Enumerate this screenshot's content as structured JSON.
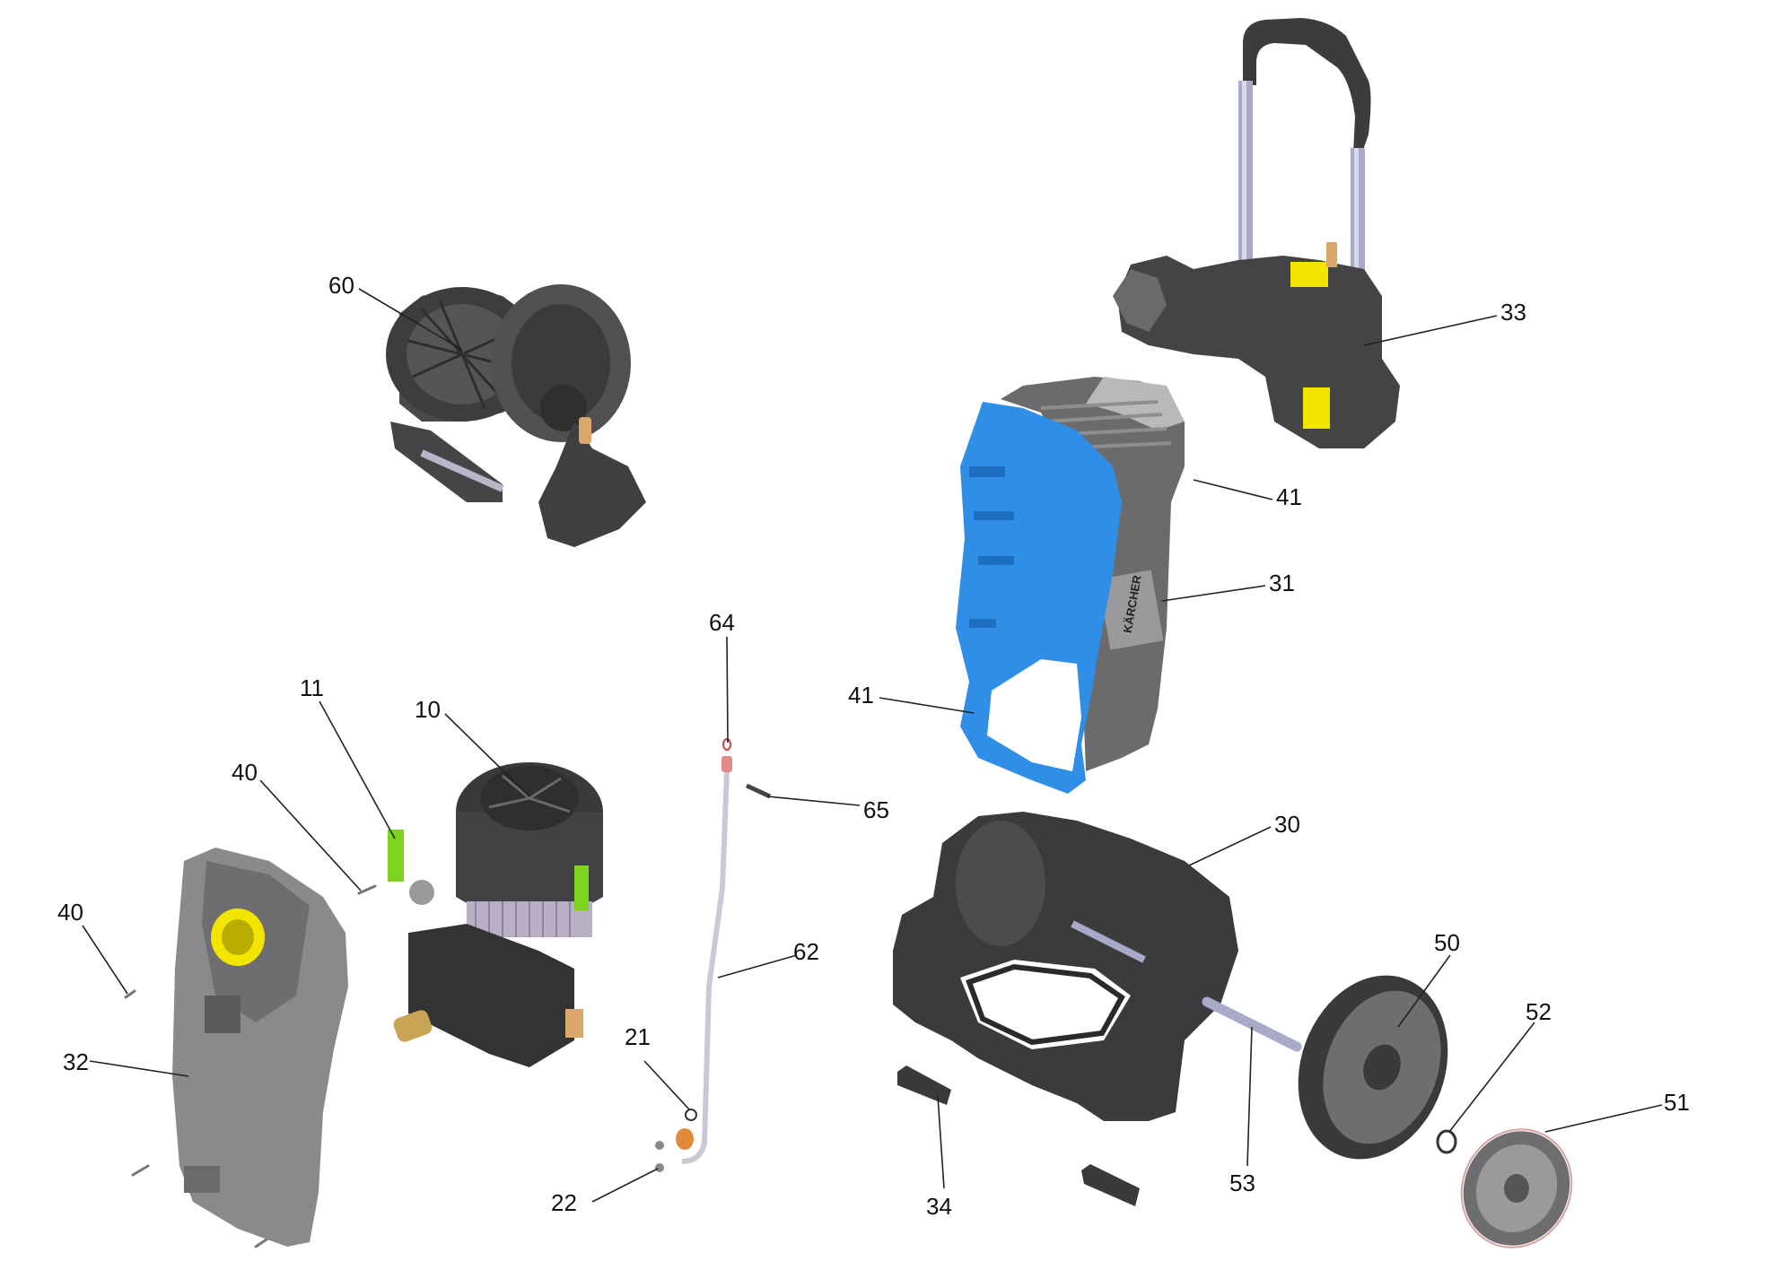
{
  "diagram": {
    "colors": {
      "housing_blue": "#2f8fe6",
      "dark_plastic": "#4a4a4c",
      "mid_gray": "#8a8a8c",
      "light_gray": "#c2c2c4",
      "accent_yellow": "#f2e600",
      "accent_green": "#7ed321",
      "hose_silver": "#c9c9d6"
    },
    "brand_text": "KÄRCHER",
    "callouts": [
      "10",
      "11",
      "21",
      "22",
      "30",
      "31",
      "32",
      "33",
      "34",
      "40",
      "40",
      "41",
      "41",
      "50",
      "51",
      "52",
      "53",
      "60",
      "62",
      "64",
      "65"
    ]
  }
}
